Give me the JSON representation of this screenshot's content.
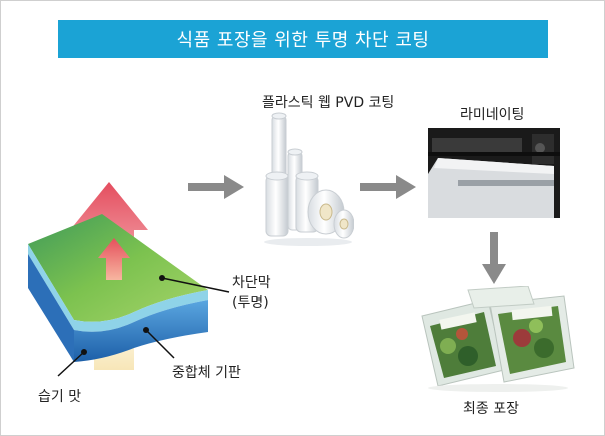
{
  "title": "식품 포장을 위한 투명 차단 코팅",
  "labels": {
    "pvd_coating": "플라스틱 웹 PVD 코팅",
    "lamination": "라미네이팅",
    "barrier_film_line1": "차단막",
    "barrier_film_line2": "(투명)",
    "substrate": "중합체 기판",
    "moisture_taste": "습기 맛",
    "final_packaging": "최종 포장"
  },
  "colors": {
    "title_bg": "#1ba3d5",
    "arrow_gray": "#8a8a8a",
    "barrier_green": "#6fb24a",
    "substrate_blue": "#2a78c6",
    "up_arrow_red": "#e8505f"
  }
}
